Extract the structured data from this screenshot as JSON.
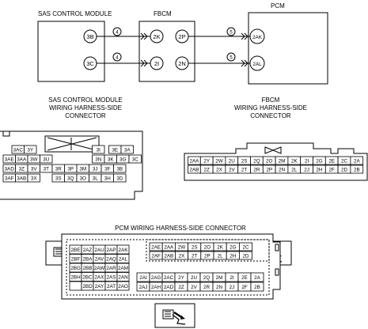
{
  "modules": {
    "sas": {
      "title": "SAS CONTROL MODULE",
      "pins": [
        "3B",
        "3C"
      ]
    },
    "fbcm": {
      "title": "FBCM",
      "pins_left": [
        "2K",
        "2I"
      ],
      "pins_right": [
        "2P",
        "2N"
      ]
    },
    "pcm": {
      "title": "PCM",
      "pins": [
        "2AK",
        "2AL"
      ]
    },
    "wire_tags": [
      "4",
      "4",
      "5",
      "5"
    ]
  },
  "connectors": {
    "sas": {
      "title_lines": [
        "SAS CONTROL MODULE",
        "WIRING HARNESS-SIDE",
        "CONNECTOR"
      ],
      "row1": [
        "3AC",
        "3Y",
        "",
        "",
        "3I",
        "3E",
        "3A"
      ],
      "row2": [
        "3AE",
        "3AA",
        "3W",
        "3U",
        "3N",
        "3K",
        "3G",
        "3C"
      ],
      "row3": [
        "3AD",
        "3Z",
        "3V",
        "3T",
        "3R",
        "3P",
        "3M",
        "3J",
        "3F",
        "3B"
      ],
      "row4a": [
        "3AF",
        "3AB",
        "3X"
      ],
      "row4b": [
        "3S",
        "3Q",
        "3O",
        "3L",
        "3H",
        "3D"
      ]
    },
    "fbcm": {
      "title_lines": [
        "FBCM",
        "WIRING HARNESS-SIDE",
        "CONNECTOR"
      ],
      "row1": [
        "2AA",
        "2Y",
        "2W",
        "2U",
        "2S",
        "2Q",
        "2O",
        "2M",
        "2K",
        "2I",
        "2G",
        "2E",
        "2C",
        "2A"
      ],
      "row2": [
        "2AB",
        "2Z",
        "2X",
        "2V",
        "2T",
        "2R",
        "2P",
        "2N",
        "2L",
        "2J",
        "2H",
        "2F",
        "2D",
        "2B"
      ]
    },
    "pcm": {
      "title": "PCM WIRING HARNESS-SIDE CONNECTOR",
      "left_rows": [
        [
          "2BE",
          "2AZ",
          "2AU",
          "2AP",
          "2AK"
        ],
        [
          "2BF",
          "2BA",
          "2AV",
          "2AQ",
          "2AL"
        ],
        [
          "2BG",
          "2BB",
          "2AW",
          "2AR",
          "2AM"
        ],
        [
          "2BH",
          "2BC",
          "2AX",
          "2AS",
          "2AN"
        ],
        [
          "",
          "2BD",
          "2AY",
          "2AT",
          "2AO"
        ]
      ],
      "top_row1": [
        "2AE",
        "2AA",
        "2W",
        "2S",
        "2O",
        "2K",
        "2G",
        "2C"
      ],
      "top_row2": [
        "2AF",
        "2AB",
        "2X",
        "2T",
        "2P",
        "2L",
        "2H",
        "2D"
      ],
      "bottom_row1": [
        "2AI",
        "2AG",
        "2AC",
        "2Y",
        "2U",
        "2Q",
        "2M",
        "2I",
        "2E",
        "2A"
      ],
      "bottom_row2": [
        "2AJ",
        "2AH",
        "2AD",
        "2Z",
        "2V",
        "2R",
        "2N",
        "2J",
        "2F",
        "2B"
      ]
    }
  }
}
